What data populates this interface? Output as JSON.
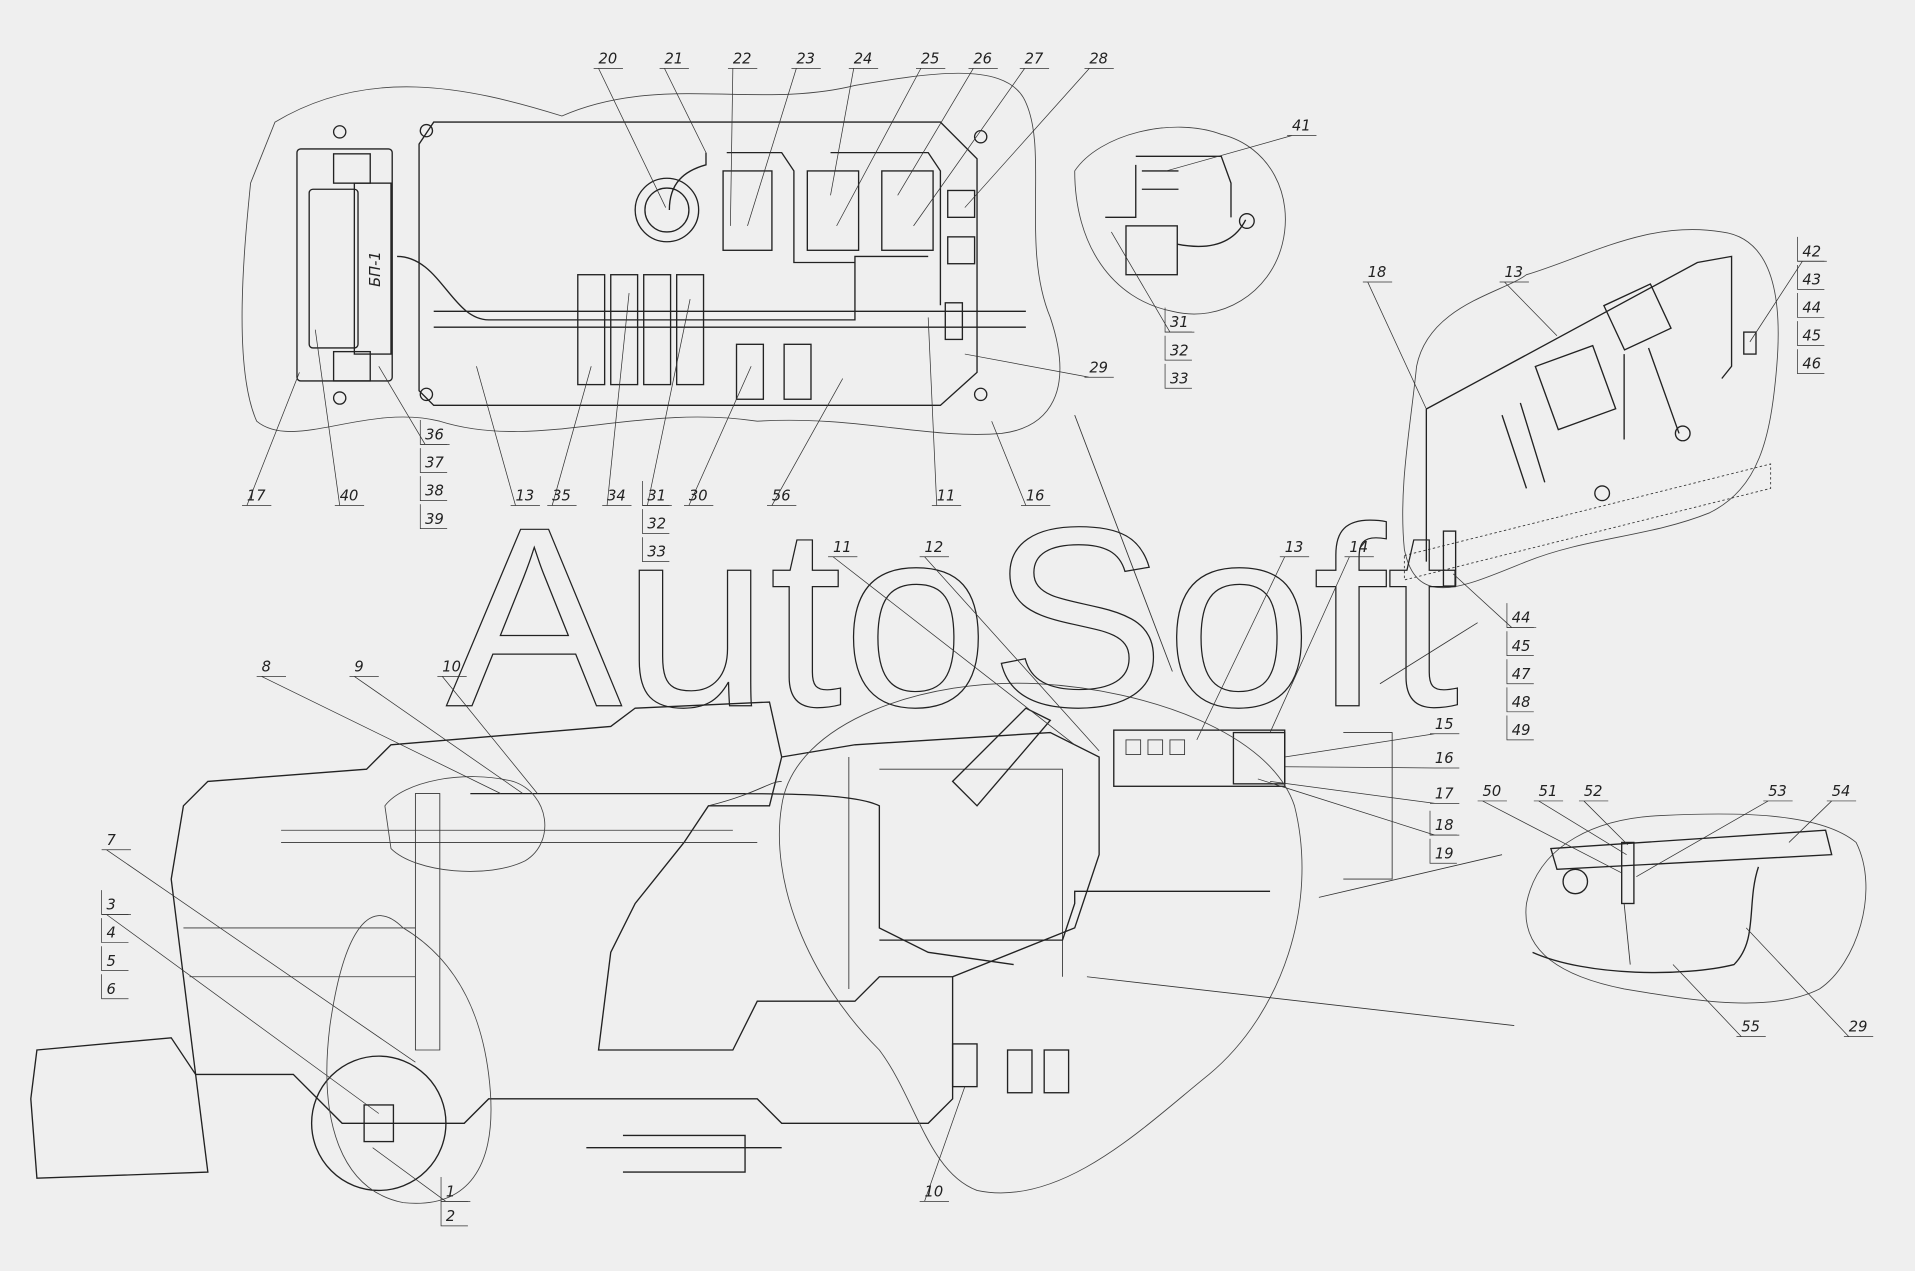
{
  "watermark": "AutoSoft",
  "component_label": "БП-1",
  "callouts": [
    "20",
    "21",
    "22",
    "23",
    "24",
    "25",
    "26",
    "27",
    "28",
    "41",
    "31",
    "32",
    "33",
    "29",
    "17",
    "40",
    "36",
    "37",
    "38",
    "39",
    "13",
    "35",
    "34",
    "31",
    "32",
    "33",
    "30",
    "56",
    "11",
    "16",
    "18",
    "13",
    "42",
    "43",
    "44",
    "45",
    "46",
    "11",
    "12",
    "13",
    "14",
    "44",
    "45",
    "47",
    "48",
    "49",
    "15",
    "16",
    "17",
    "18",
    "19",
    "50",
    "51",
    "52",
    "53",
    "54",
    "55",
    "29",
    "8",
    "9",
    "10",
    "7",
    "3",
    "4",
    "5",
    "6",
    "1",
    "2",
    "10"
  ]
}
